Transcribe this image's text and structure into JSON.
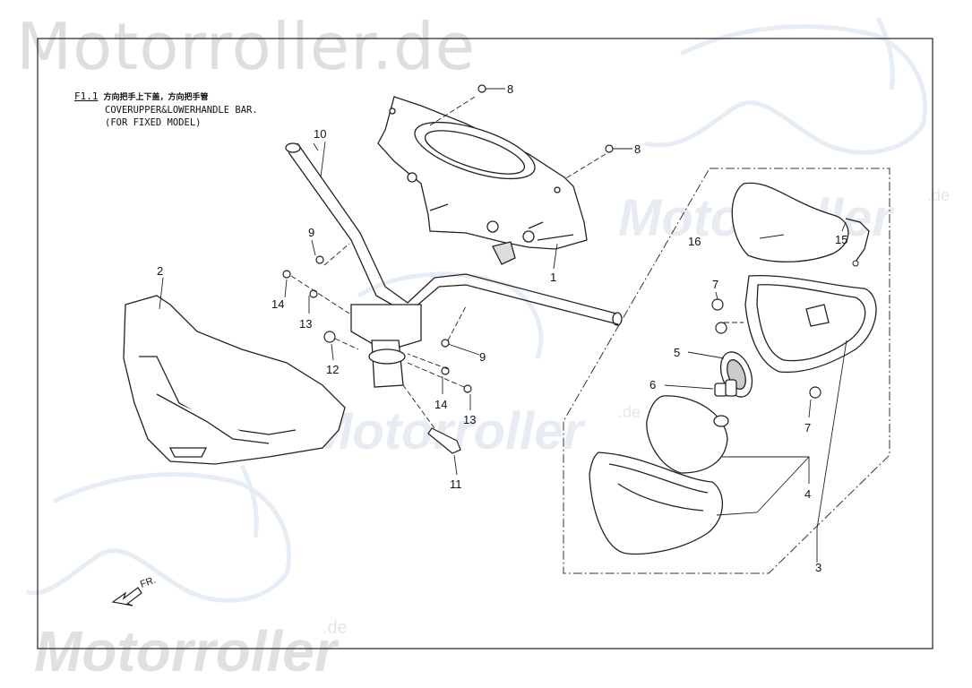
{
  "watermarks": {
    "top": "Motorroller.de",
    "mid": "Motorroller",
    "bottom": "Motorroller",
    "suffix": ".de"
  },
  "title": {
    "code": "F1.1",
    "chinese": "方向把手上下盖，方向把手管",
    "line1": "COVERUPPER&LOWERHANDLE BAR.",
    "line2": "(FOR FIXED MODEL)"
  },
  "direction_label": "FR.",
  "callouts": [
    {
      "id": "c1",
      "text": "1"
    },
    {
      "id": "c2",
      "text": "2"
    },
    {
      "id": "c3",
      "text": "3"
    },
    {
      "id": "c4",
      "text": "4"
    },
    {
      "id": "c5",
      "text": "5"
    },
    {
      "id": "c6",
      "text": "6"
    },
    {
      "id": "c7a",
      "text": "7"
    },
    {
      "id": "c7b",
      "text": "7"
    },
    {
      "id": "c8a",
      "text": "8"
    },
    {
      "id": "c8b",
      "text": "8"
    },
    {
      "id": "c9a",
      "text": "9"
    },
    {
      "id": "c9b",
      "text": "9"
    },
    {
      "id": "c10",
      "text": "10"
    },
    {
      "id": "c11",
      "text": "11"
    },
    {
      "id": "c12",
      "text": "12"
    },
    {
      "id": "c13a",
      "text": "13"
    },
    {
      "id": "c13b",
      "text": "13"
    },
    {
      "id": "c14a",
      "text": "14"
    },
    {
      "id": "c14b",
      "text": "14"
    },
    {
      "id": "c15",
      "text": "15"
    },
    {
      "id": "c16",
      "text": "16"
    }
  ]
}
